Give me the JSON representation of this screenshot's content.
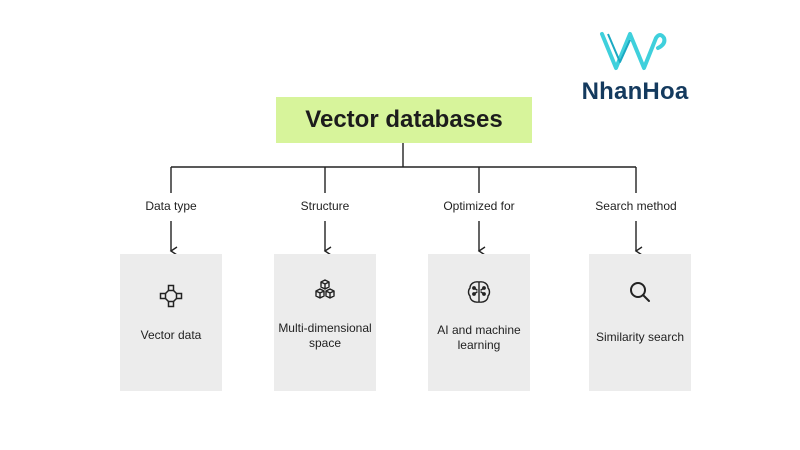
{
  "logo": {
    "brand": "NhanHoa",
    "mark": "nhanhoa-wave-logo"
  },
  "diagram": {
    "root": "Vector databases",
    "branches": [
      {
        "label": "Data type",
        "card": "Vector data",
        "icon": "vector-nodes-icon"
      },
      {
        "label": "Structure",
        "card": "Multi-dimensional space",
        "icon": "cubes-icon"
      },
      {
        "label": "Optimized for",
        "card": "AI and machine learning",
        "icon": "ai-brain-icon"
      },
      {
        "label": "Search method",
        "card": "Similarity search",
        "icon": "magnifier-icon"
      }
    ]
  },
  "colors": {
    "root_fill": "#d7f49b",
    "card_fill": "#ececec",
    "logo_text": "#143a5e",
    "logo_mark": "#3fd0dc"
  }
}
